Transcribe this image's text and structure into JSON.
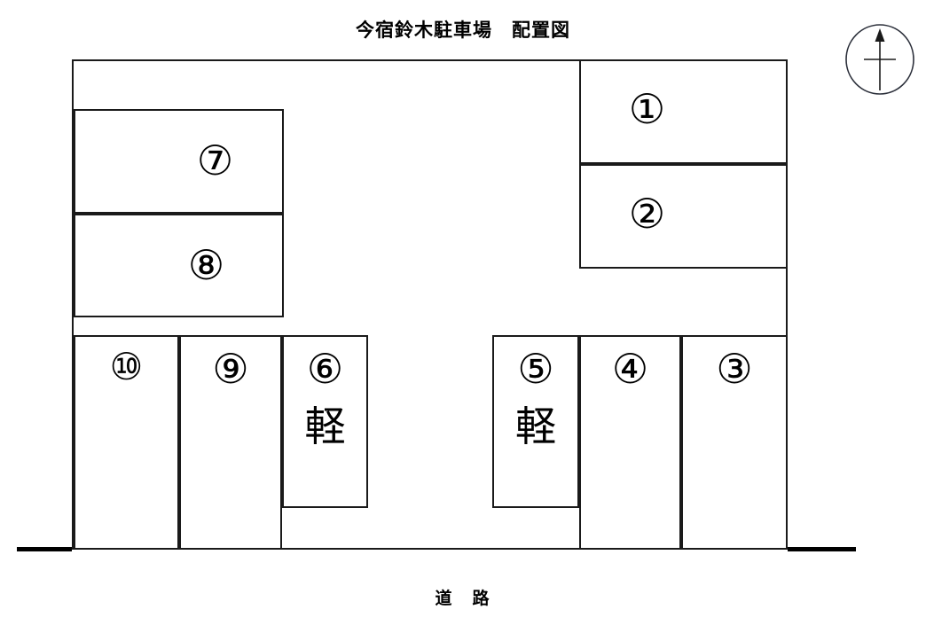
{
  "title": "今宿鈴木駐車場　配置図",
  "road": {
    "label": "道　路"
  },
  "compass": {
    "name": "north-arrow"
  },
  "stalls": [
    {
      "id": "1",
      "number": "①",
      "type": "standard",
      "kei_label": ""
    },
    {
      "id": "2",
      "number": "②",
      "type": "standard",
      "kei_label": ""
    },
    {
      "id": "3",
      "number": "③",
      "type": "standard",
      "kei_label": ""
    },
    {
      "id": "4",
      "number": "④",
      "type": "standard",
      "kei_label": ""
    },
    {
      "id": "5",
      "number": "⑤",
      "type": "kei",
      "kei_label": "軽"
    },
    {
      "id": "6",
      "number": "⑥",
      "type": "kei",
      "kei_label": "軽"
    },
    {
      "id": "7",
      "number": "⑦",
      "type": "standard",
      "kei_label": ""
    },
    {
      "id": "8",
      "number": "⑧",
      "type": "standard",
      "kei_label": ""
    },
    {
      "id": "9",
      "number": "⑨",
      "type": "standard",
      "kei_label": ""
    },
    {
      "id": "10",
      "number": "⑩",
      "type": "standard",
      "kei_label": ""
    }
  ],
  "colors": {
    "line": "#1a1a1a",
    "road": "#000000",
    "background": "#ffffff"
  }
}
